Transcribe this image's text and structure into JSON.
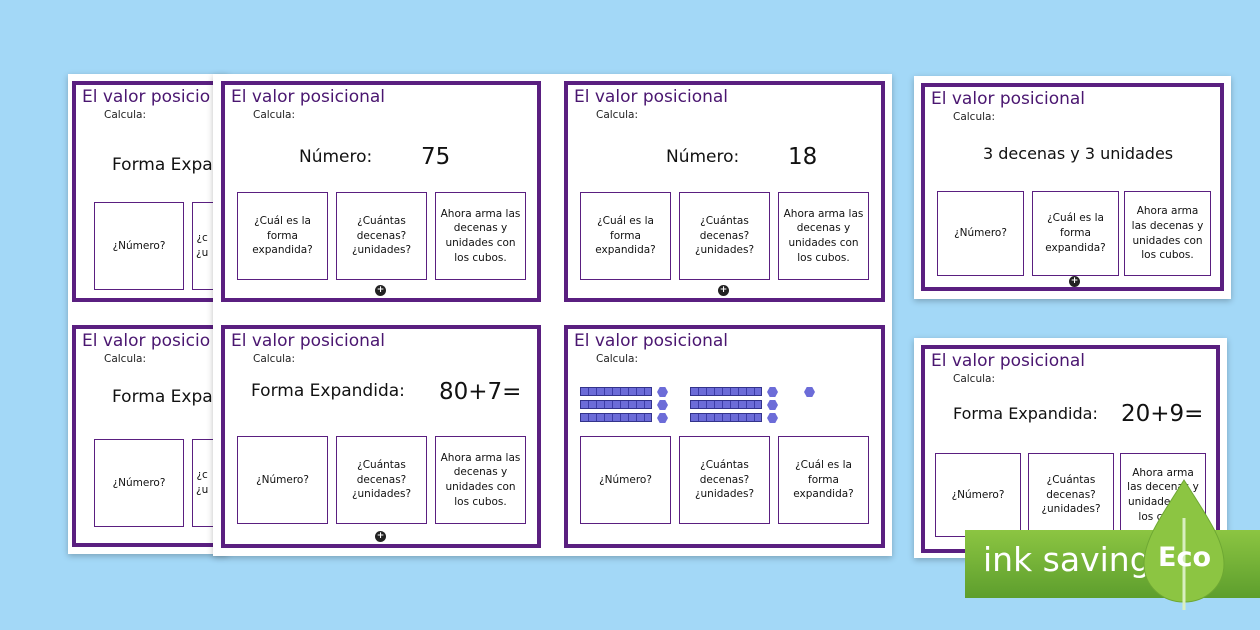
{
  "card_title": "El valor posicional",
  "card_sub": "Calcula:",
  "cards": {
    "left_top": {
      "title": "El valor posicio",
      "prompt": "Forma Expan",
      "box1": "¿Número?",
      "box2": "¿c\n¿u"
    },
    "left_bottom": {
      "title": "El valor posicio",
      "prompt": "Forma Expan",
      "box1": "¿Número?",
      "box2": "¿c\n¿u"
    },
    "c1": {
      "prompt": "Número:",
      "value": "75",
      "box1": "¿Cuál es la forma expandida?",
      "box2": "¿Cuántas decenas? ¿unidades?",
      "box3": "Ahora arma las decenas y unidades con los cubos."
    },
    "c2": {
      "prompt": "Número:",
      "value": "18",
      "box1": "¿Cuál es la forma expandida?",
      "box2": "¿Cuántas decenas? ¿unidades?",
      "box3": "Ahora arma las decenas y unidades con los cubos."
    },
    "c3": {
      "prompt": "Forma Expandida:",
      "value": "80+7=",
      "box1": "¿Número?",
      "box2": "¿Cuántas decenas? ¿unidades?",
      "box3": "Ahora arma las decenas y unidades con los cubos."
    },
    "c4": {
      "box1": "¿Número?",
      "box2": "¿Cuántas decenas? ¿unidades?",
      "box3": "¿Cuál es la forma expandida?"
    },
    "r1": {
      "prompt": "3 decenas y 3 unidades",
      "box1": "¿Número?",
      "box2": "¿Cuál es la forma expandida?",
      "box3": "Ahora arma las decenas y unidades con los cubos."
    },
    "r2": {
      "prompt": "Forma Expandida:",
      "value": "20+9=",
      "box1": "¿Número?",
      "box2": "¿Cuántas decenas? ¿unidades?",
      "box3": "Ahora arma las decenas y unidades con los cubos"
    }
  },
  "eco_badge": {
    "text": "ink saving",
    "leaf_text": "Eco"
  },
  "colors": {
    "background": "#a3d8f7",
    "card_border": "#5a1f80",
    "title": "#4a1670",
    "cubes": "#6c6cd8",
    "eco_green": "#8cc542"
  }
}
